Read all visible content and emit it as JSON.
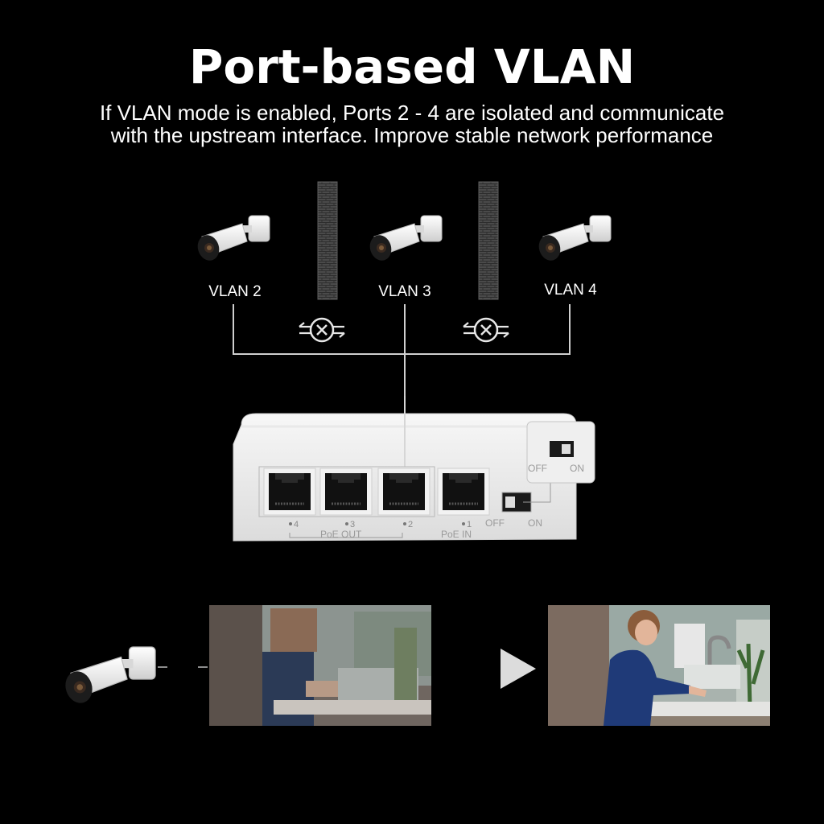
{
  "title": "Port-based VLAN",
  "subtitle": {
    "line1": "If VLAN mode is enabled, Ports 2 - 4 are isolated and communicate",
    "line2": "with the upstream interface. Improve stable network performance"
  },
  "vlans": [
    {
      "label": "VLAN 2"
    },
    {
      "label": "VLAN 3"
    },
    {
      "label": "VLAN 4"
    }
  ],
  "switch": {
    "ports": [
      "4",
      "3",
      "2",
      "1"
    ],
    "poe_out_label": "PoE OUT",
    "poe_in_label": "PoE IN",
    "off_label": "OFF",
    "on_label": "ON",
    "inset_off_label": "OFF",
    "inset_on_label": "ON"
  },
  "icons": {
    "camera": "security-camera-icon",
    "firewall": "brick-wall-icon",
    "no_communication": "blocked-signal-icon",
    "arrow": "play-arrow-icon"
  },
  "colors": {
    "background": "#000000",
    "text": "#ffffff",
    "switch_body": "#eeeeee",
    "line": "#cfcfcf"
  }
}
